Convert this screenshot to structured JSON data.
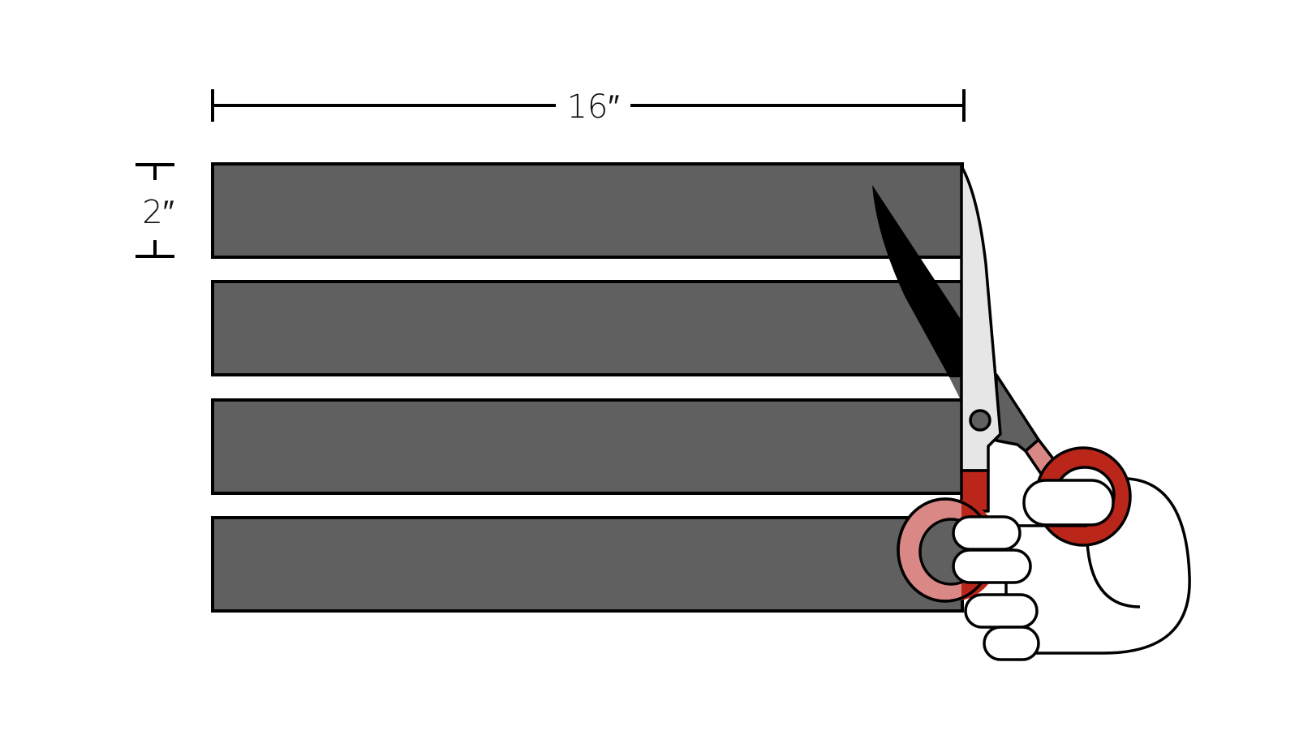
{
  "dimensions": {
    "width_label": "16″",
    "height_label": "2″"
  },
  "strips": {
    "count": 4,
    "fill_color": "#606060"
  },
  "colors": {
    "handle_red": "#bb261b",
    "handle_pink": "#d98885",
    "blade_light": "#e6e6e6",
    "outline": "#000000"
  },
  "icons": [
    "scissors-icon",
    "hand-icon"
  ]
}
